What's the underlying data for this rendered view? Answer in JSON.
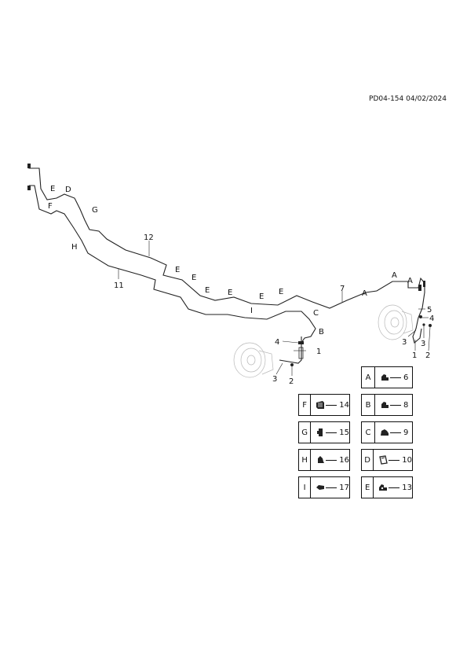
{
  "header": {
    "doc_id": "PD04-154 04/02/2024"
  },
  "callouts": {
    "E1": "E",
    "D1": "D",
    "F1": "F",
    "G1": "G",
    "H1": "H",
    "n12": "12",
    "n11": "11",
    "E2": "E",
    "E3": "E",
    "E4": "E",
    "E5": "E",
    "E6": "E",
    "E7": "E",
    "I1": "I",
    "C1": "C",
    "B1": "B",
    "n7": "7",
    "A1": "A",
    "A2": "A",
    "A3": "A",
    "n5": "5",
    "n4r": "4",
    "n3r1": "3",
    "n3r2": "3",
    "n1r": "1",
    "n2r": "2",
    "n4c": "4",
    "n1c": "1",
    "n3c": "3",
    "n2c": "2"
  },
  "legend": {
    "A": {
      "key": "A",
      "num": "6"
    },
    "F": {
      "key": "F",
      "num": "14"
    },
    "B": {
      "key": "B",
      "num": "8"
    },
    "G": {
      "key": "G",
      "num": "15"
    },
    "C": {
      "key": "C",
      "num": "9"
    },
    "H": {
      "key": "H",
      "num": "16"
    },
    "D": {
      "key": "D",
      "num": "10"
    },
    "I": {
      "key": "I",
      "num": "17"
    },
    "E": {
      "key": "E",
      "num": "13"
    }
  }
}
